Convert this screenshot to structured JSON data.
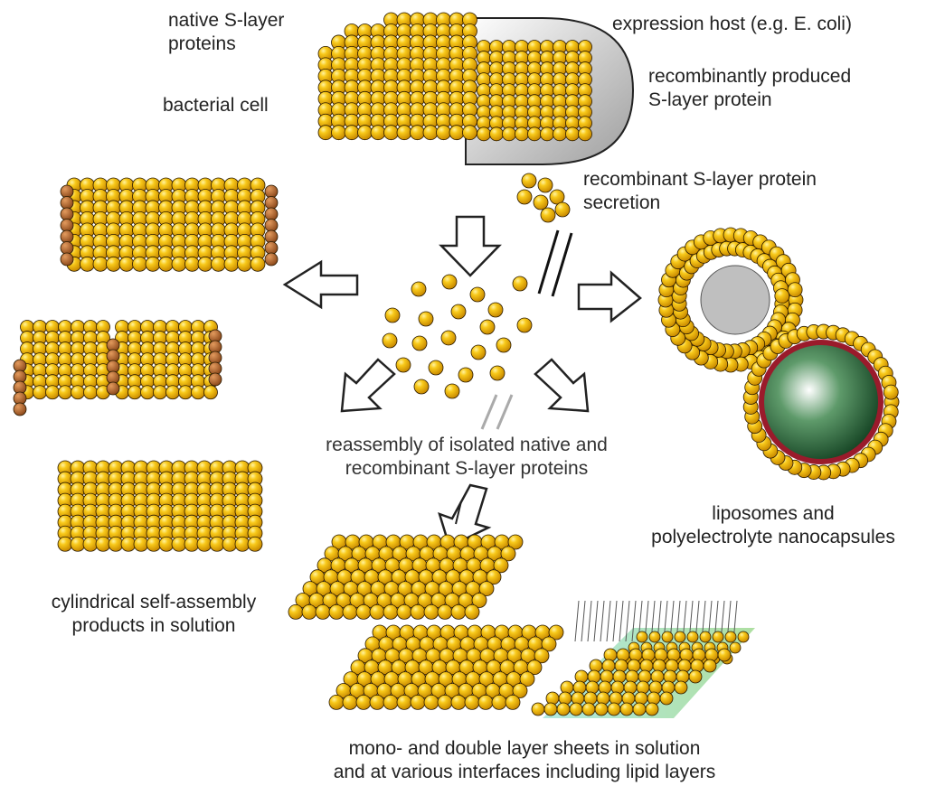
{
  "labels": {
    "native_slayer": [
      "native S-layer",
      "proteins"
    ],
    "bacterial_cell": "bacterial cell",
    "expression_host": "expression host (e.g. E. coli)",
    "recombinant_produced": [
      "recombinantly produced",
      "S-layer protein"
    ],
    "secretion": [
      "recombinant S-layer protein",
      "secretion"
    ],
    "reassembly": [
      "reassembly of isolated native and",
      "recombinant S-layer proteins"
    ],
    "liposomes": [
      "liposomes and",
      "polyelectrolyte nanocapsules"
    ],
    "cylindrical": [
      "cylindrical self-assembly",
      "products in solution"
    ],
    "sheets": [
      "mono- and double layer sheets in solution",
      "and at various interfaces including lipid layers"
    ]
  },
  "colors": {
    "sphere_gold": "#f5b800",
    "sphere_highlight": "#ffe97a",
    "sphere_shadow": "#b97a00",
    "brown_sphere": "#b8672e",
    "lipid_green": "#8fcf6a",
    "lipid_cyan": "#8fd9e0",
    "nanocapsule_green": "#1f6b34",
    "nanocapsule_red": "#9a1b2b",
    "host_gray": "#c9c9c9",
    "outline": "#222222"
  }
}
